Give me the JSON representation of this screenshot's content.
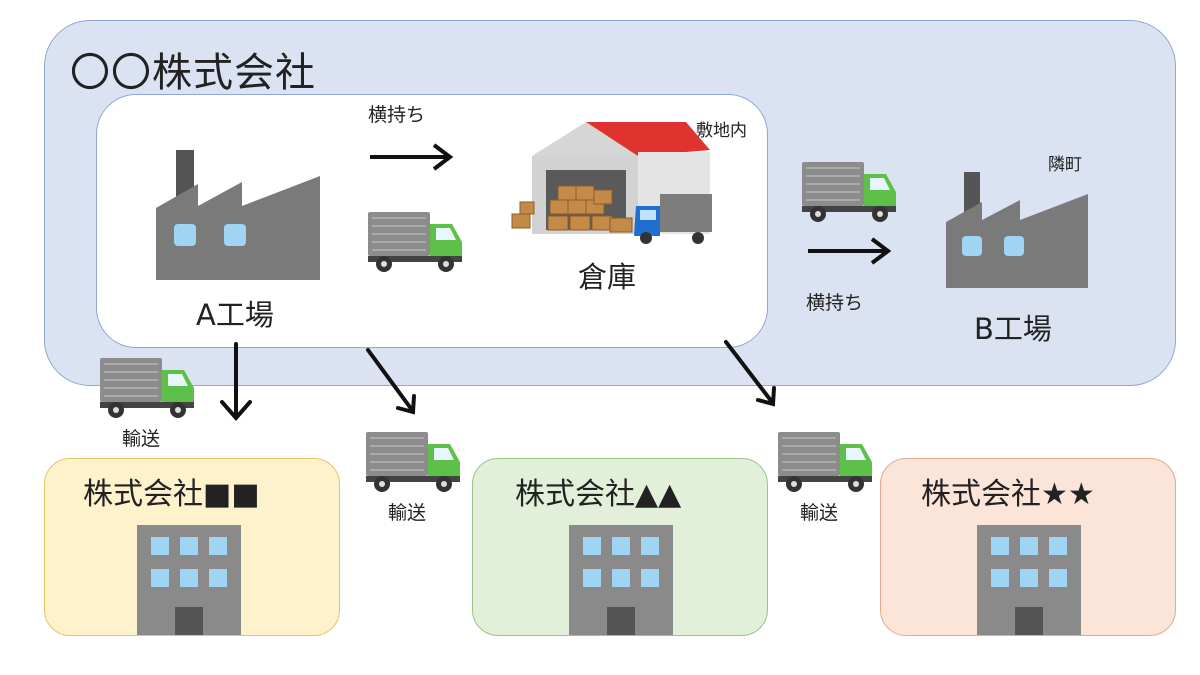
{
  "company": {
    "name": "〇〇株式会社"
  },
  "premises": {
    "label": "敷地内"
  },
  "neighbor": {
    "label": "隣町"
  },
  "factory_a": {
    "label": "A工場"
  },
  "factory_b": {
    "label": "B工場"
  },
  "warehouse": {
    "label": "倉庫"
  },
  "transfers": {
    "internal_label": "横持ち",
    "to_b_label": "横持ち"
  },
  "deliveries": {
    "label_1": "輸送",
    "label_2": "輸送",
    "label_3": "輸送"
  },
  "customers": [
    {
      "name": "株式会社■■",
      "color": "#fdf2cc",
      "border": "#e2c66c"
    },
    {
      "name": "株式会社▲▲",
      "color": "#e3f0d9",
      "border": "#9cc488"
    },
    {
      "name": "株式会社★★",
      "color": "#fbe5d9",
      "border": "#e3a98b"
    }
  ],
  "colors": {
    "company_bg": "#dbe3f3",
    "factory": "#7a7a7a",
    "truck_cab": "#5cc049",
    "warehouse_roof": "#e0332f"
  }
}
